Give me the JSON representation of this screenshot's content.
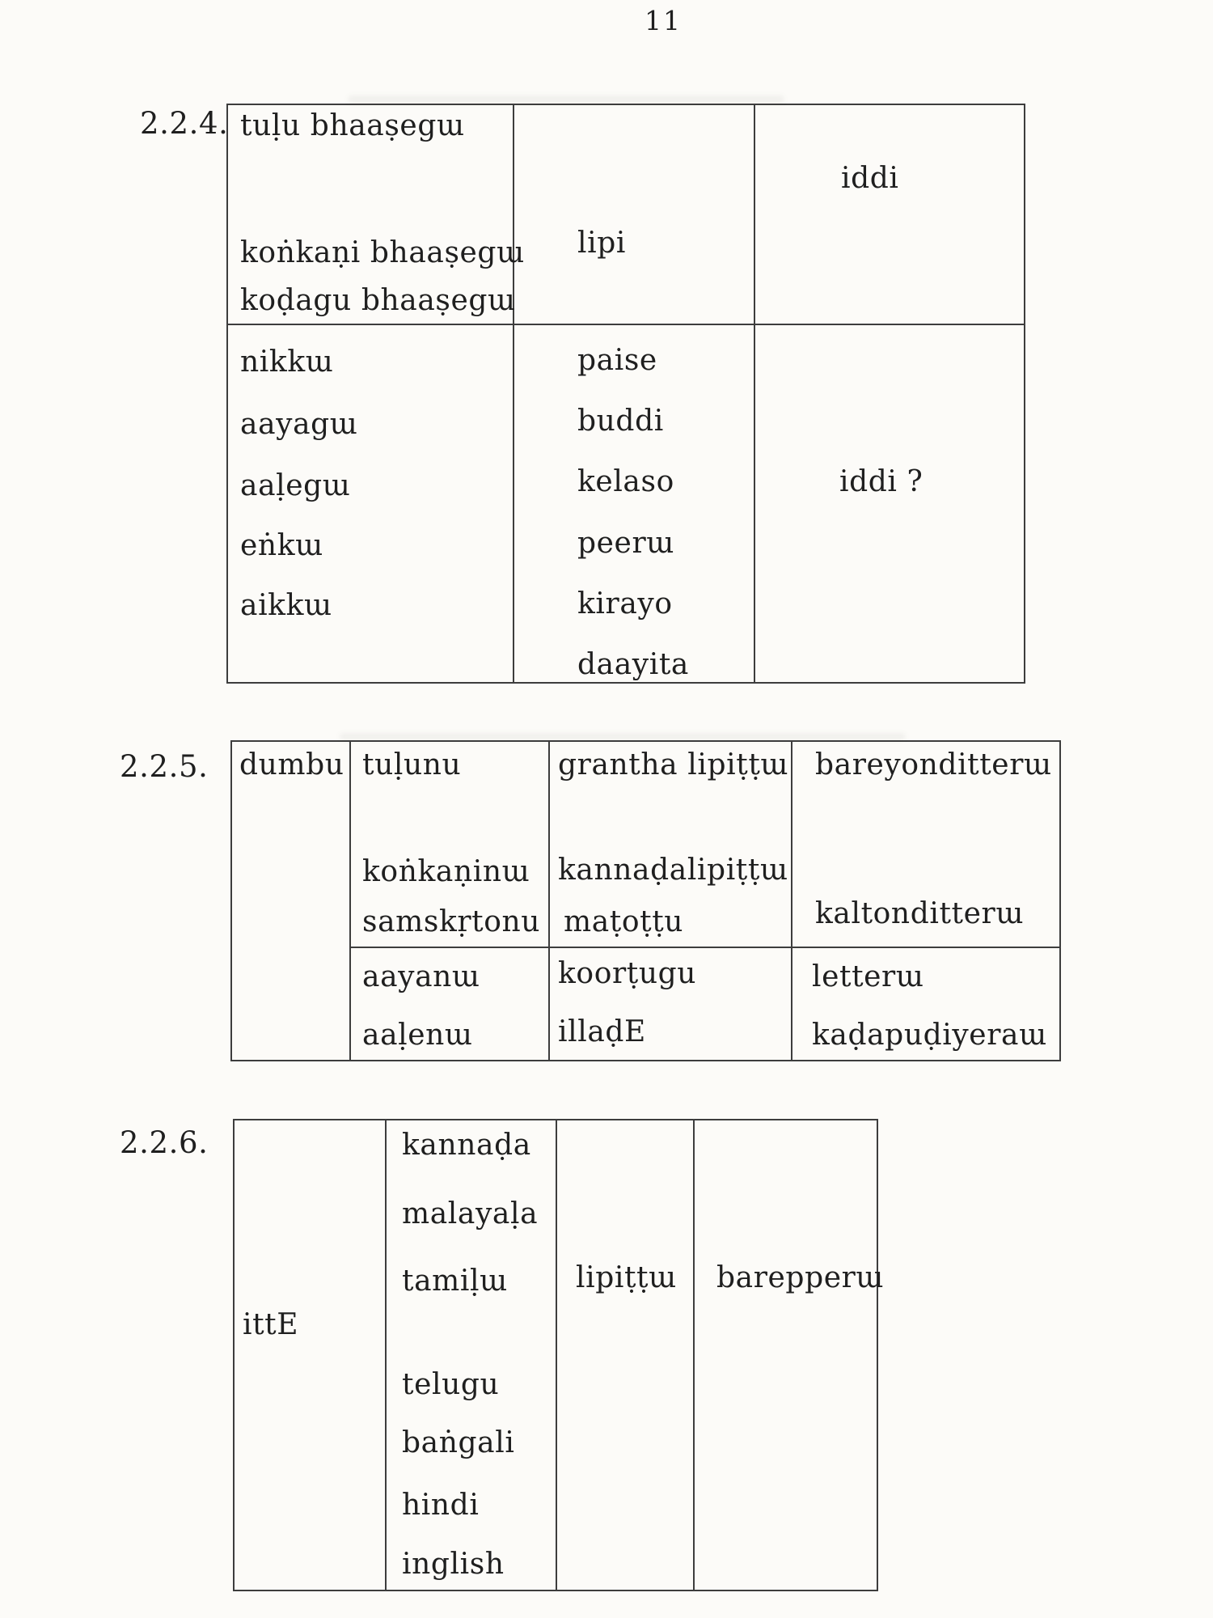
{
  "page_number": "11",
  "tables": {
    "t224": {
      "label": "2.2.4.",
      "r1c1": [
        "tuḷu bhaaṣegɯ",
        "koṅkaṇi bhaaṣegɯ",
        "koḍagu bhaaṣegɯ"
      ],
      "r1c2": [
        "lipi"
      ],
      "r1c3": [
        "iddi"
      ],
      "r2c1": [
        "nikkɯ",
        "aayagɯ",
        "aaḷegɯ",
        "eṅkɯ",
        "aikkɯ"
      ],
      "r2c2": [
        "paise",
        "buddi",
        "kelaso",
        "peerɯ",
        "kirayo",
        "daayita"
      ],
      "r2c3": [
        "iddi ?"
      ]
    },
    "t225": {
      "label": "2.2.5.",
      "c1": [
        "dumbu"
      ],
      "r1c2": [
        "tuḷunu",
        "koṅkaṇinɯ",
        "samskṛtonu"
      ],
      "r1c3": [
        "grantha lipiṭṭɯ",
        "kannaḍalipiṭṭɯ",
        "maṭoṭṭu"
      ],
      "r1c4": [
        "bareyonditterɯ",
        "kaltonditterɯ"
      ],
      "r2c2": [
        "aayanɯ",
        "aaḷenɯ"
      ],
      "r2c3": [
        "koorṭugu",
        "illaḍE"
      ],
      "r2c4": [
        "letterɯ",
        "kaḍapuḍiyeraɯ"
      ]
    },
    "t226": {
      "label": "2.2.6.",
      "c1": [
        "ittE"
      ],
      "c2": [
        "kannaḍa",
        "malayaḷa",
        "tamiḷɯ",
        "telugu",
        "baṅgali",
        "hindi",
        "inglish"
      ],
      "c3": [
        "lipiṭṭɯ"
      ],
      "c4": [
        "barepperɯ"
      ]
    }
  }
}
